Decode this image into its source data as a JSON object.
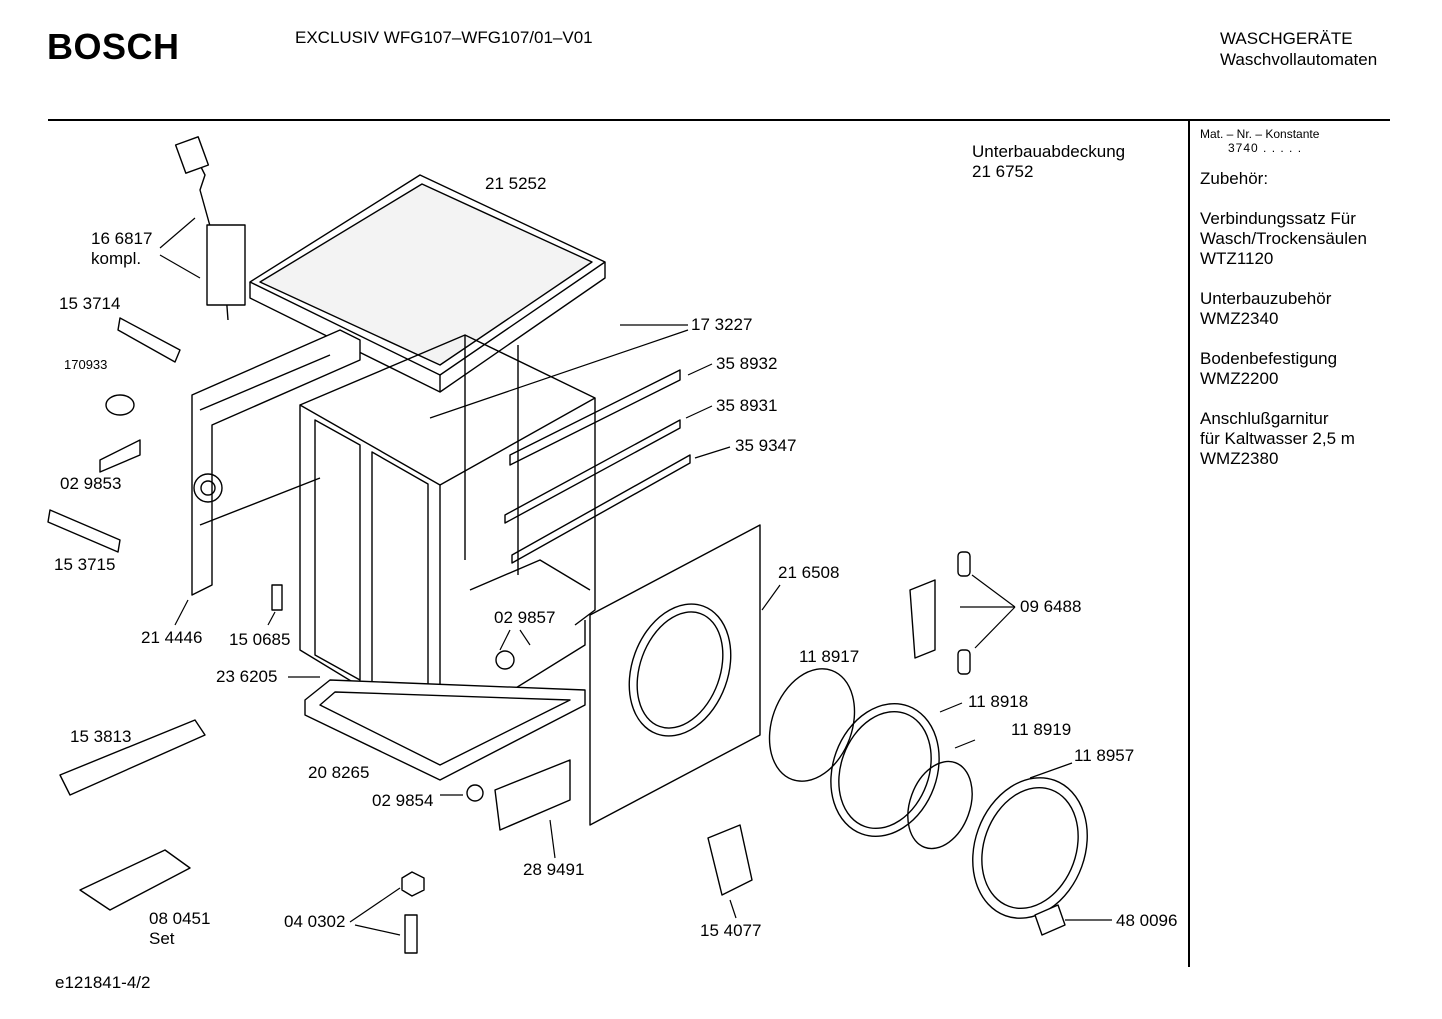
{
  "header": {
    "brand": "BOSCH",
    "model": "EXCLUSIV WFG107–WFG107/01–V01",
    "category_line1": "WASCHGERÄTE",
    "category_line2": "Waschvollautomaten"
  },
  "parts": [
    {
      "id": "p166817",
      "lines": [
        "16 6817",
        "kompl."
      ]
    },
    {
      "id": "p153714",
      "lines": [
        "15 3714"
      ]
    },
    {
      "id": "p170933",
      "lines": [
        "170933"
      ]
    },
    {
      "id": "p029853",
      "lines": [
        "02 9853"
      ]
    },
    {
      "id": "p153715",
      "lines": [
        "15 3715"
      ]
    },
    {
      "id": "p214446",
      "lines": [
        "21 4446"
      ]
    },
    {
      "id": "p150685",
      "lines": [
        "15 0685"
      ]
    },
    {
      "id": "p236205",
      "lines": [
        "23 6205"
      ]
    },
    {
      "id": "p153813",
      "lines": [
        "15 3813"
      ]
    },
    {
      "id": "p208265",
      "lines": [
        "20 8265"
      ]
    },
    {
      "id": "p029854",
      "lines": [
        "02 9854"
      ]
    },
    {
      "id": "p080451",
      "lines": [
        "08 0451",
        "Set"
      ]
    },
    {
      "id": "p040302",
      "lines": [
        "04 0302"
      ]
    },
    {
      "id": "p289491",
      "lines": [
        "28 9491"
      ]
    },
    {
      "id": "p154077",
      "lines": [
        "15 4077"
      ]
    },
    {
      "id": "p215252",
      "lines": [
        "21 5252"
      ]
    },
    {
      "id": "p173227",
      "lines": [
        "17 3227"
      ]
    },
    {
      "id": "p358932",
      "lines": [
        "35 8932"
      ]
    },
    {
      "id": "p358931",
      "lines": [
        "35 8931"
      ]
    },
    {
      "id": "p359347",
      "lines": [
        "35 9347"
      ]
    },
    {
      "id": "p216508",
      "lines": [
        "21 6508"
      ]
    },
    {
      "id": "p029857",
      "lines": [
        "02 9857"
      ]
    },
    {
      "id": "p118917",
      "lines": [
        "11 8917"
      ]
    },
    {
      "id": "p118918",
      "lines": [
        "11 8918"
      ]
    },
    {
      "id": "p118919",
      "lines": [
        "11 8919"
      ]
    },
    {
      "id": "p118957",
      "lines": [
        "11 8957"
      ]
    },
    {
      "id": "p096488",
      "lines": [
        "09 6488"
      ]
    },
    {
      "id": "p480096",
      "lines": [
        "48 0096"
      ]
    },
    {
      "id": "p216752",
      "lines": [
        "Unterbauabdeckung",
        "21 6752"
      ]
    }
  ],
  "sidebar": {
    "mat_label": "Mat. – Nr. – Konstante",
    "mat_value": "3740 . . . . .",
    "accessories_heading": "Zubehör:",
    "accessories": [
      {
        "lines": [
          "Verbindungssatz Für",
          "Wasch/Trockensäulen",
          "WTZ1120"
        ]
      },
      {
        "lines": [
          "Unterbauzubehör",
          "WMZ2340"
        ]
      },
      {
        "lines": [
          "Bodenbefestigung",
          "WMZ2200"
        ]
      },
      {
        "lines": [
          "Anschlußgarnitur",
          "für Kaltwasser 2,5 m",
          "WMZ2380"
        ]
      }
    ]
  },
  "footer": {
    "doc_code": "e121841-4/2"
  }
}
